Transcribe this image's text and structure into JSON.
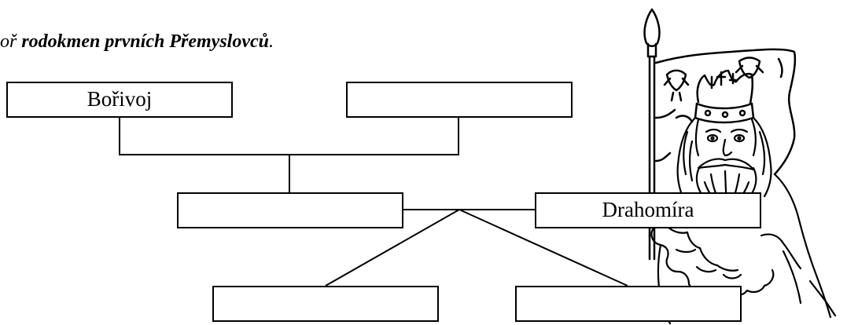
{
  "worksheet": {
    "title_prefix": "oř",
    "title_bold": "rodokmen prvních Přemyslovců",
    "title_suffix": "."
  },
  "tree": {
    "grandfather": "Bořivoj",
    "grandmother": "",
    "father": "",
    "mother": "Drahomíra",
    "child_left": "",
    "child_right": ""
  },
  "illustration": {
    "icon": "king-with-flag-icon"
  }
}
